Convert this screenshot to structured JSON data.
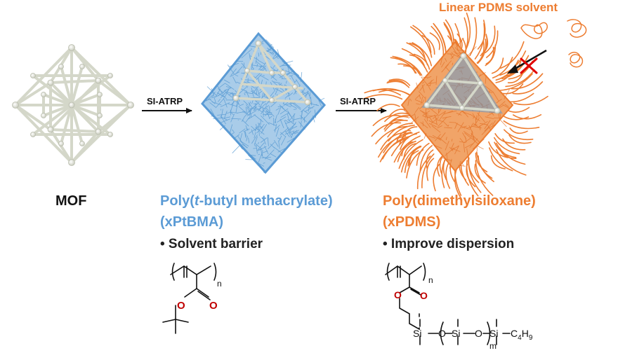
{
  "labels": {
    "mof": "MOF",
    "step1": "SI-ATRP",
    "step2": "SI-ATRP",
    "solvent": "Linear PDMS solvent"
  },
  "pt": {
    "name_pre": "Poly(",
    "name_italic": "t",
    "name_post": "-butyl methacrylate)",
    "abbr": "(xPtBMA)",
    "bullet": "• Solvent barrier"
  },
  "pd": {
    "name": "Poly(dimethylsiloxane)",
    "abbr": "(xPDMS)",
    "bullet": "• Improve dispersion"
  },
  "chem": {
    "n": "n",
    "m": "m",
    "o": "O",
    "si": "Si",
    "c": "C",
    "c_sub": "4",
    "h": "H",
    "h_sub": "9"
  },
  "colors": {
    "blue": "#5b9bd5",
    "orange": "#ed7d31",
    "oxygen": "#c00000",
    "frame": "#d4d7c9"
  }
}
